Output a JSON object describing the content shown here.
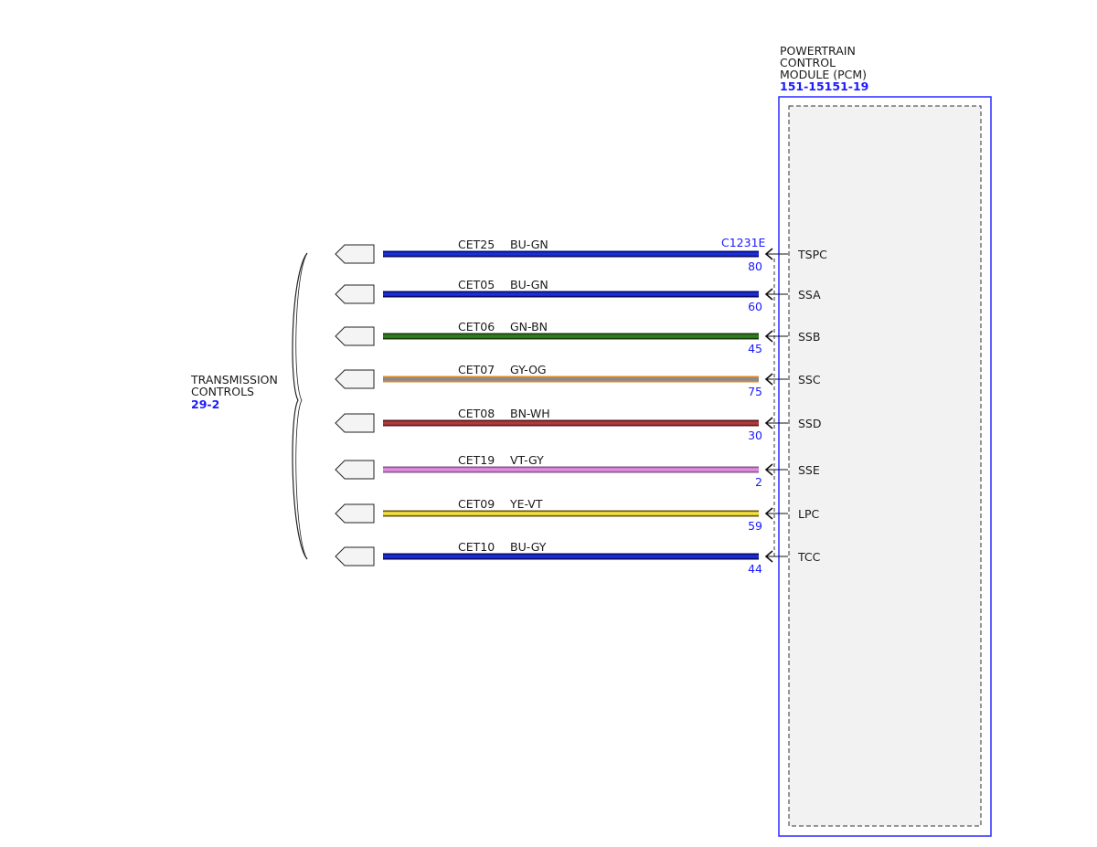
{
  "module": {
    "title_lines": [
      "POWERTRAIN",
      "CONTROL",
      "MODULE (PCM)"
    ],
    "ref": "151-15151-19",
    "border_color": "#2a2aff"
  },
  "connector": {
    "id": "C1231E"
  },
  "transmission": {
    "title_lines": [
      "TRANSMISSION",
      "CONTROLS"
    ],
    "ref": "29-2"
  },
  "circuits": [
    {
      "circuit": "CET25",
      "color": "BU-GN",
      "pin": "80",
      "signal": "TSPC",
      "fill": "#1a2fd6",
      "edge": "#0a0a6a"
    },
    {
      "circuit": "CET05",
      "color": "BU-GN",
      "pin": "60",
      "signal": "SSA",
      "fill": "#1a2fd6",
      "edge": "#0a0a6a"
    },
    {
      "circuit": "CET06",
      "color": "GN-BN",
      "pin": "45",
      "signal": "SSB",
      "fill": "#2e7d1f",
      "edge": "#1a3d10"
    },
    {
      "circuit": "CET07",
      "color": "GY-OG",
      "pin": "75",
      "signal": "SSC",
      "fill": "#8a8a8a",
      "edge": "#e08a2a"
    },
    {
      "circuit": "CET08",
      "color": "BN-WH",
      "pin": "30",
      "signal": "SSD",
      "fill": "#b03a3a",
      "edge": "#5a1a1a"
    },
    {
      "circuit": "CET19",
      "color": "VT-GY",
      "pin": "2",
      "signal": "SSE",
      "fill": "#e08ae0",
      "edge": "#8a5a8a"
    },
    {
      "circuit": "CET09",
      "color": "YE-VT",
      "pin": "59",
      "signal": "LPC",
      "fill": "#f0e040",
      "edge": "#6a5a10"
    },
    {
      "circuit": "CET10",
      "color": "BU-GY",
      "pin": "44",
      "signal": "TCC",
      "fill": "#1a2fd6",
      "edge": "#0a0a6a"
    }
  ]
}
